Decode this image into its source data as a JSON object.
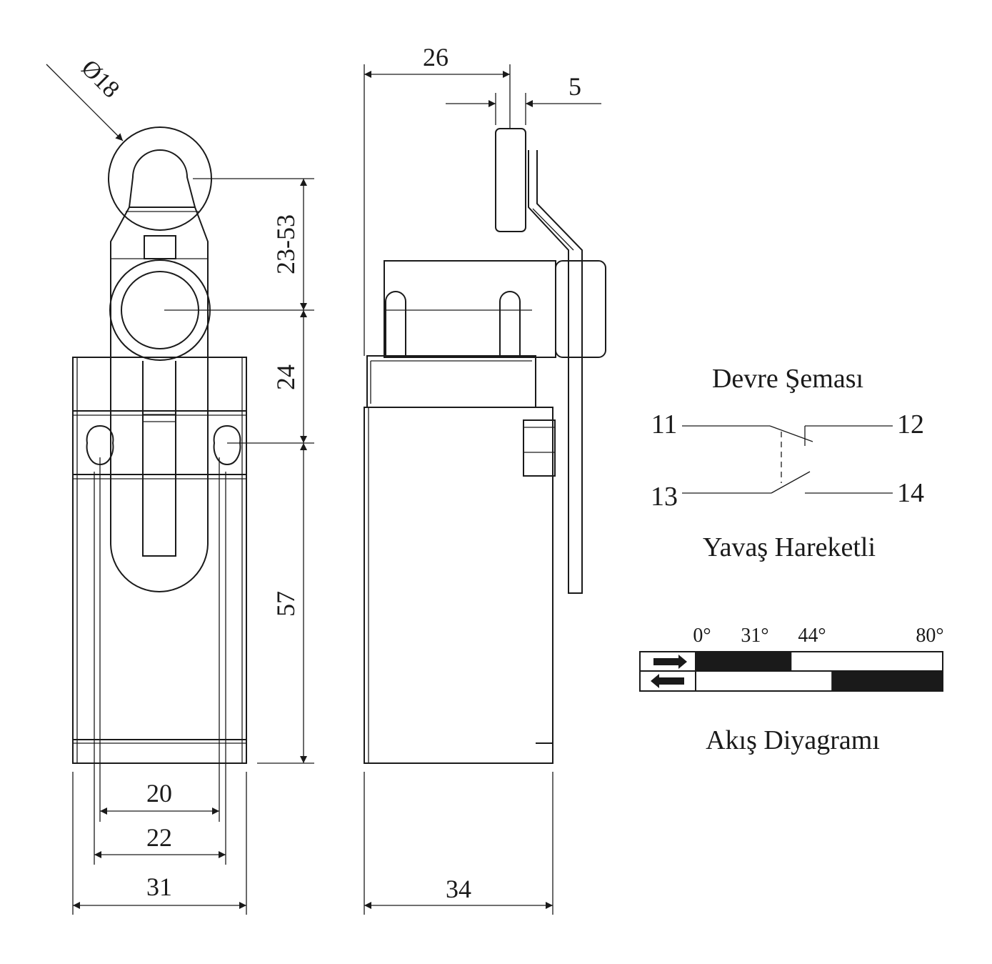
{
  "dimensions": {
    "diameter": "Ø18",
    "lever_range": "23-53",
    "pivot_to_mount": "24",
    "mount_to_base": "57",
    "inner_hole_spacing": "20",
    "outer_hole_spacing": "22",
    "front_width": "31",
    "side_depth": "34",
    "roller_offset": "26",
    "roller_width": "5"
  },
  "circuit": {
    "title": "Devre Şeması",
    "terminal_11": "11",
    "terminal_12": "12",
    "terminal_13": "13",
    "terminal_14": "14",
    "action": "Yavaş Hareketli"
  },
  "flow": {
    "title": "Akış Diyagramı",
    "angles": [
      "0°",
      "31°",
      "44°",
      "80°"
    ],
    "forward_on": [
      0,
      31
    ],
    "return_on": [
      44,
      80
    ]
  }
}
